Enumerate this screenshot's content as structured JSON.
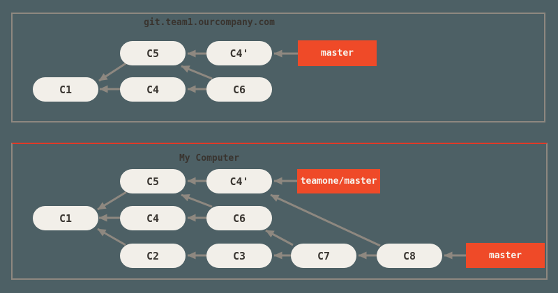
{
  "colors": {
    "background": "#4d6065",
    "panel_border": "#8e8880",
    "arrow": "#8e8880",
    "node_fill": "#f2efe9",
    "node_text": "#3b3732",
    "branch_fill": "#ef4a28",
    "branch_text": "#f7f4ee",
    "title_text": "#39342f",
    "accent_top_border": "#e03a28"
  },
  "panels": [
    {
      "id": "server",
      "title": "git.team1.ourcompany.com",
      "nodes": [
        {
          "id": "c5",
          "label": "C5"
        },
        {
          "id": "c4p",
          "label": "C4'"
        },
        {
          "id": "c1",
          "label": "C1"
        },
        {
          "id": "c4",
          "label": "C4"
        },
        {
          "id": "c6",
          "label": "C6"
        }
      ],
      "branches": [
        {
          "id": "master",
          "label": "master"
        }
      ],
      "edges": [
        {
          "from": "master",
          "to": "c4p"
        },
        {
          "from": "c4p",
          "to": "c5"
        },
        {
          "from": "c6",
          "to": "c5"
        },
        {
          "from": "c6",
          "to": "c4"
        },
        {
          "from": "c4",
          "to": "c1"
        },
        {
          "from": "c5",
          "to": "c1"
        }
      ]
    },
    {
      "id": "my-computer",
      "title": "My Computer",
      "nodes": [
        {
          "id": "c5",
          "label": "C5"
        },
        {
          "id": "c4p",
          "label": "C4'"
        },
        {
          "id": "c1",
          "label": "C1"
        },
        {
          "id": "c4",
          "label": "C4"
        },
        {
          "id": "c6",
          "label": "C6"
        },
        {
          "id": "c2",
          "label": "C2"
        },
        {
          "id": "c3",
          "label": "C3"
        },
        {
          "id": "c7",
          "label": "C7"
        },
        {
          "id": "c8",
          "label": "C8"
        }
      ],
      "branches": [
        {
          "id": "teamone",
          "label": "teamone/master"
        },
        {
          "id": "master",
          "label": "master"
        }
      ],
      "edges": [
        {
          "from": "teamone",
          "to": "c4p"
        },
        {
          "from": "c4p",
          "to": "c5"
        },
        {
          "from": "c6",
          "to": "c5"
        },
        {
          "from": "c6",
          "to": "c4"
        },
        {
          "from": "c4",
          "to": "c1"
        },
        {
          "from": "c5",
          "to": "c1"
        },
        {
          "from": "c2",
          "to": "c1"
        },
        {
          "from": "c3",
          "to": "c2"
        },
        {
          "from": "c7",
          "to": "c3"
        },
        {
          "from": "c7",
          "to": "c6"
        },
        {
          "from": "c8",
          "to": "c7"
        },
        {
          "from": "c8",
          "to": "c4p"
        },
        {
          "from": "master",
          "to": "c8"
        }
      ]
    }
  ]
}
